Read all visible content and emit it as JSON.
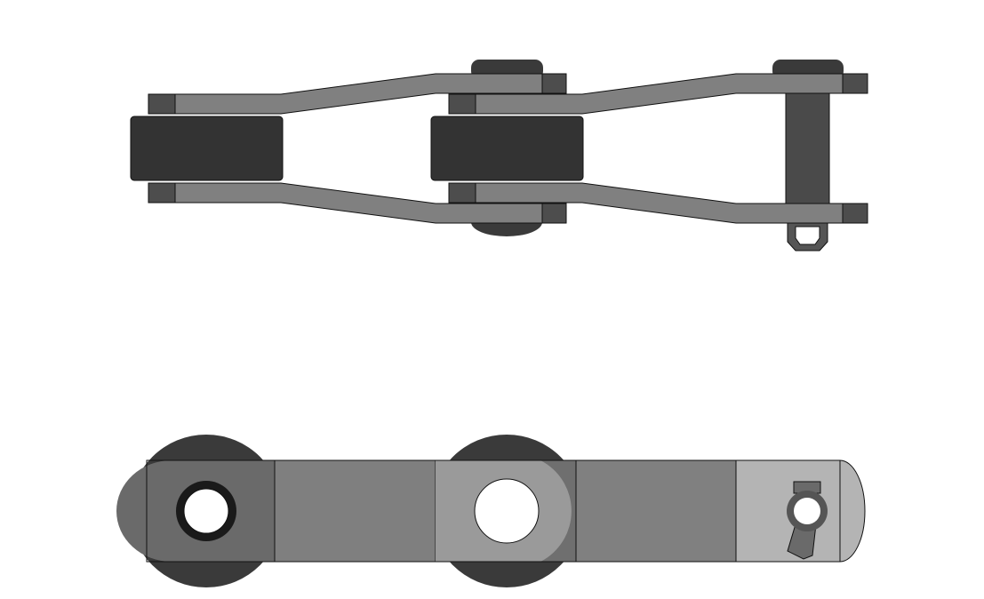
{
  "colors": {
    "background": "#ffffff",
    "roller": "#333333",
    "plate": "#808080",
    "plate_end": "#4d4d4d",
    "pin": "#4a4a4a",
    "plate_light": "#b4b4b4",
    "plate_mid": "#9a9a9a",
    "plate_dark": "#6a6a6a",
    "outline": "#111111"
  },
  "views": [
    {
      "id": "top-view",
      "parts": [
        "roller",
        "inner-plate",
        "outer-plate",
        "pin-head",
        "pin",
        "cotter"
      ]
    },
    {
      "id": "side-view",
      "parts": [
        "roller-disc",
        "plate-segment",
        "pin-hole",
        "cotter-pin"
      ]
    }
  ]
}
